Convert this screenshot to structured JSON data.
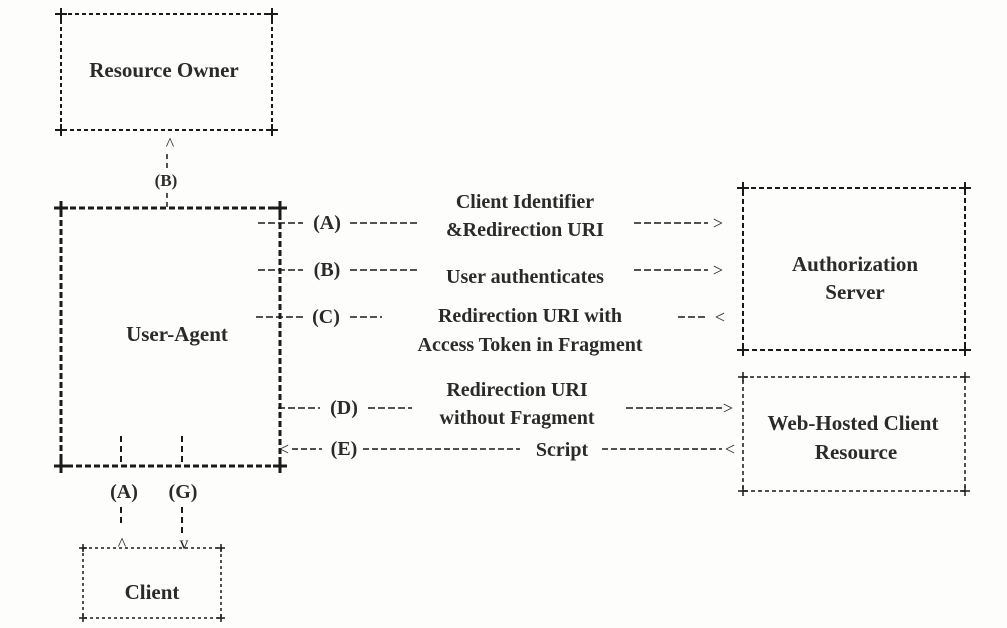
{
  "nodes": {
    "resource_owner": "Resource Owner",
    "user_agent": "User-Agent",
    "client": "Client",
    "authorization_server": [
      "Authorization",
      "Server"
    ],
    "web_hosted_client_resource": [
      "Web-Hosted Client",
      "Resource"
    ]
  },
  "steps": {
    "A": "(A)",
    "B": "(B)",
    "C": "(C)",
    "D": "(D)",
    "E": "(E)",
    "G": "(G)"
  },
  "flows": {
    "a_label": [
      "Client Identifier",
      "&Redirection URI"
    ],
    "b_label": "User authenticates",
    "c_label": [
      "Redirection URI with",
      "Access Token in Fragment"
    ],
    "d_label": [
      "Redirection URI",
      "without Fragment"
    ],
    "e_label": "Script"
  },
  "arrowheads": {
    "right": ">",
    "left": "<",
    "up": "^",
    "down": "v"
  }
}
